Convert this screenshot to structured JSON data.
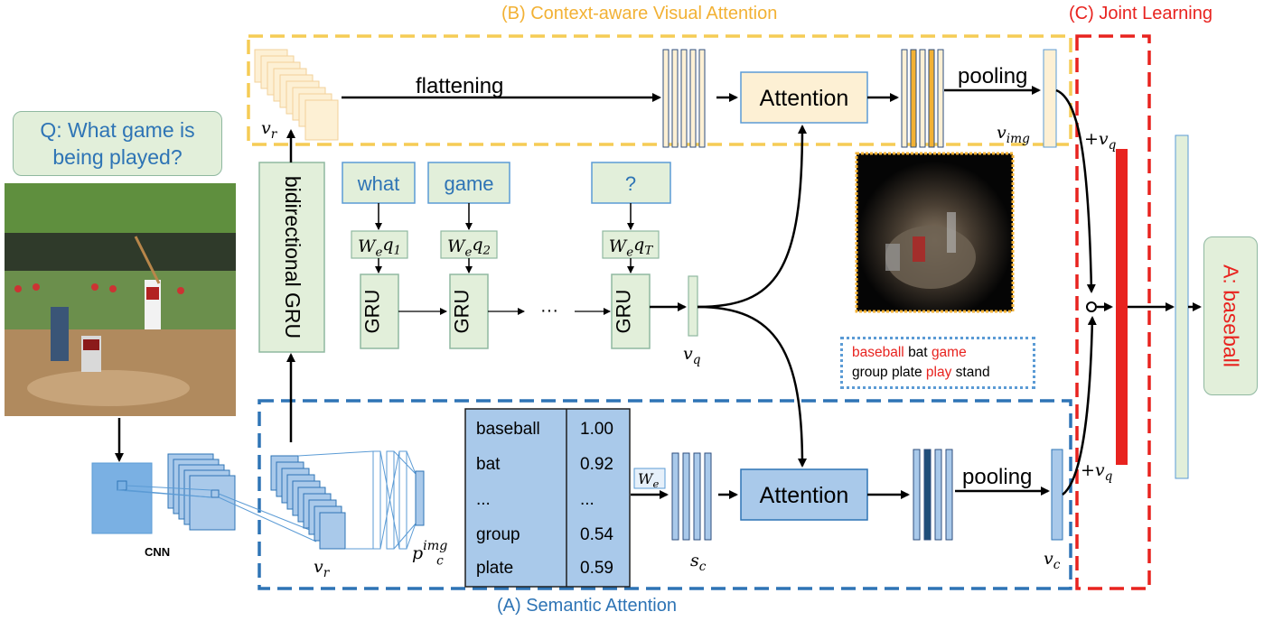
{
  "titles": {
    "context_attention": "(B) Context-aware Visual Attention",
    "joint_learning": "(C) Joint Learning",
    "semantic_attention": "(A) Semantic Attention"
  },
  "question": "Q: What game is being played?",
  "answer": "A: baseball",
  "cnn_label": "CNN",
  "bigru_label": "bidirectional GRU",
  "flattening_label": "flattening",
  "pooling_top_label": "pooling",
  "pooling_bottom_label": "pooling",
  "attention_top_label": "Attention",
  "attention_bottom_label": "Attention",
  "words": [
    "what",
    "game",
    "?"
  ],
  "embed_labels": [
    "Weq1",
    "Weq2",
    "WeqT"
  ],
  "gru_label": "GRU",
  "ellipsis": "···",
  "math_labels": {
    "v_r_top": "v_r",
    "v_r_bottom": "v_r",
    "v_img": "v_img",
    "v_q": "v_q",
    "v_c": "v_c",
    "s_c": "s_c",
    "p_c_img": "p_c^img",
    "W_e": "W_e",
    "plus_vq_top": "+v_q",
    "plus_vq_bottom": "+v_q",
    "circ": "∘"
  },
  "concept_table": {
    "rows": [
      {
        "concept": "baseball",
        "score": "1.00"
      },
      {
        "concept": "bat",
        "score": "0.92"
      },
      {
        "concept": "...",
        "score": "..."
      },
      {
        "concept": "group",
        "score": "0.54"
      },
      {
        "concept": "plate",
        "score": "0.59"
      }
    ]
  },
  "tag_words": [
    [
      {
        "text": "baseball",
        "highlight": true
      },
      {
        "text": "bat",
        "highlight": false
      },
      {
        "text": "game",
        "highlight": true
      }
    ],
    [
      {
        "text": "group",
        "highlight": false
      },
      {
        "text": "plate",
        "highlight": false
      },
      {
        "text": "play",
        "highlight": true
      },
      {
        "text": "stand",
        "highlight": false
      }
    ]
  ],
  "colors": {
    "green_fill": "#e2efda",
    "green_stroke": "#8fb8a0",
    "blue_fill": "#a9c9ea",
    "blue_stroke": "#2e74b5",
    "yellow_fill": "#fdf0d4",
    "yellow_accent": "#f2b134",
    "red": "#e8231f",
    "dashed_blue": "#2e74b5",
    "dashed_yellow": "#f5cc55",
    "dashed_red": "#e8231f"
  }
}
